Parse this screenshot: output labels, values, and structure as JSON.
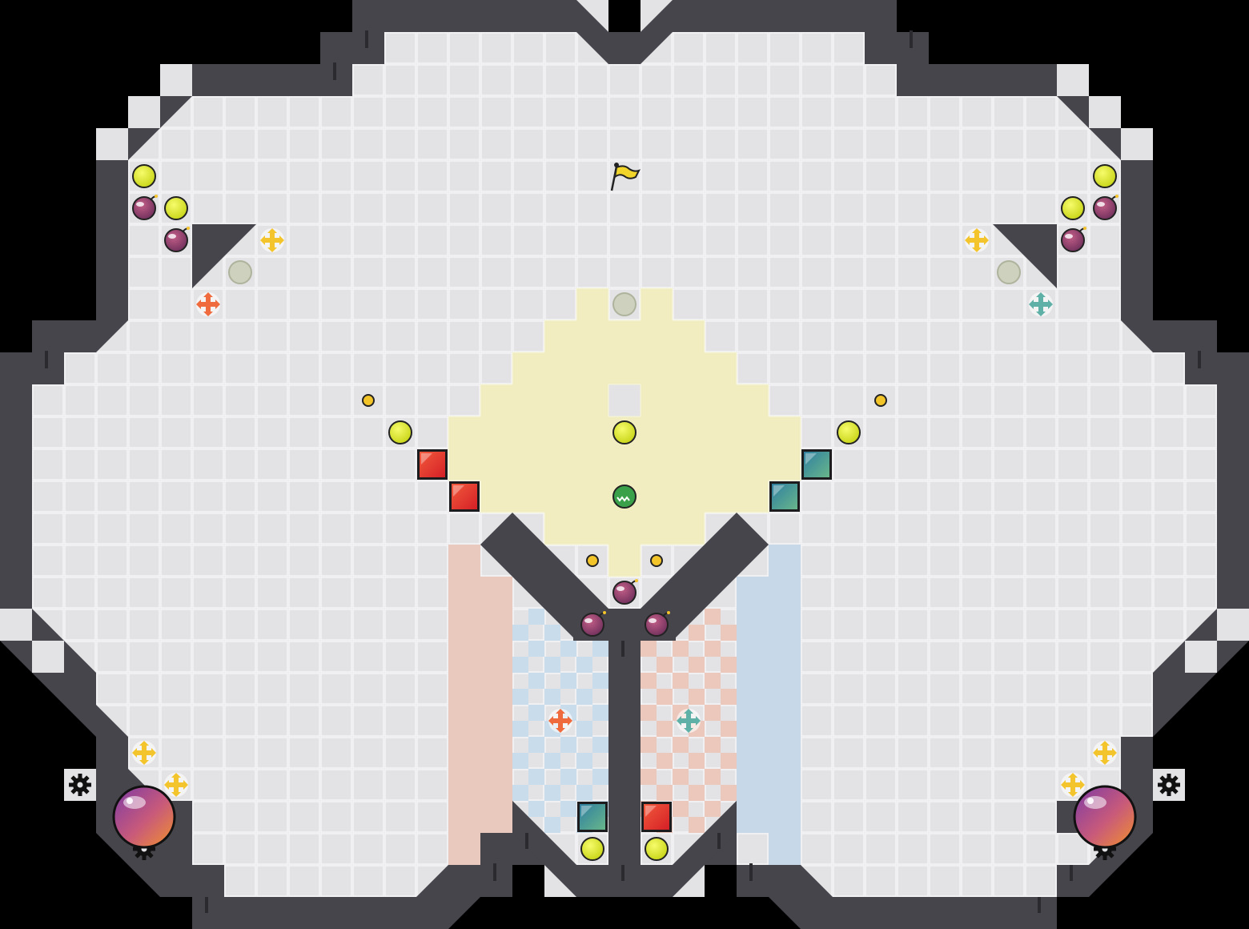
{
  "colors": {
    "background": "#000000",
    "wall": "#46454b",
    "wall_edge": "#2b2a2f",
    "floor": "#e3e3e6",
    "grid_line": "#f4f4f6",
    "zone_yellow": "#f1edc0",
    "zone_salmon": "#e9c8bd",
    "zone_blue": "#c7d9e8",
    "checker_blue": "#c9dceb",
    "checker_salmon": "#ecc8bc",
    "orb_yellow": "#e2ec2a",
    "orb_gray": "#cdd1bd",
    "bomb": "#8e3d68",
    "pellet": "#f3c42a",
    "plus_yellow": "#f4c42c",
    "plus_orange": "#ef6a3c",
    "plus_teal": "#5fb0a6",
    "block_red": "#e8372b",
    "block_teal": "#3b8d97",
    "flag": "#f1d52b",
    "launcher_a": "#8d3ea0",
    "launcher_b": "#f08a2d"
  },
  "icons": {
    "goal": "flag-icon",
    "collectible": "yellow-orb-icon",
    "inactive_orb": "gray-orb-icon",
    "hazard": "bomb-icon",
    "small_coin": "pellet-icon",
    "move_marker": "cross-arrows-icon",
    "push_block": "gem-block-icon",
    "player": "green-ball-icon",
    "cannon": "launcher-orb-icon",
    "gear": "gear-icon"
  },
  "items": {
    "flag": [
      [
        19,
        5
      ]
    ],
    "yellow_orbs": [
      [
        4,
        5
      ],
      [
        5,
        6
      ],
      [
        34,
        5
      ],
      [
        33,
        6
      ],
      [
        12,
        13
      ],
      [
        19,
        13
      ],
      [
        26,
        13
      ],
      [
        18,
        26
      ],
      [
        20,
        26
      ]
    ],
    "gray_orbs": [
      [
        7,
        8
      ],
      [
        31,
        8
      ],
      [
        19,
        9
      ]
    ],
    "bombs": [
      [
        4,
        6
      ],
      [
        5,
        7
      ],
      [
        34,
        6
      ],
      [
        33,
        7
      ],
      [
        19,
        18
      ],
      [
        18,
        19
      ],
      [
        20,
        19
      ]
    ],
    "pellets": [
      [
        11,
        12
      ],
      [
        27,
        12
      ],
      [
        18,
        17
      ],
      [
        20,
        17
      ]
    ],
    "plus_yellow": [
      [
        8,
        7
      ],
      [
        30,
        7
      ],
      [
        4,
        23
      ],
      [
        5,
        24
      ],
      [
        34,
        23
      ],
      [
        33,
        24
      ]
    ],
    "plus_orange": [
      [
        6,
        9
      ],
      [
        17,
        22
      ]
    ],
    "plus_teal": [
      [
        32,
        9
      ],
      [
        21,
        22
      ]
    ],
    "blocks_red": [
      [
        13,
        14
      ],
      [
        14,
        15
      ],
      [
        20,
        25
      ]
    ],
    "blocks_teal": [
      [
        25,
        14
      ],
      [
        24,
        15
      ],
      [
        18,
        25
      ]
    ],
    "player": [
      [
        19,
        15
      ]
    ],
    "launchers": [
      [
        4,
        25
      ],
      [
        34,
        25
      ]
    ],
    "gears": [
      [
        2,
        24
      ],
      [
        4,
        26
      ],
      [
        36,
        24
      ],
      [
        34,
        26
      ]
    ]
  }
}
